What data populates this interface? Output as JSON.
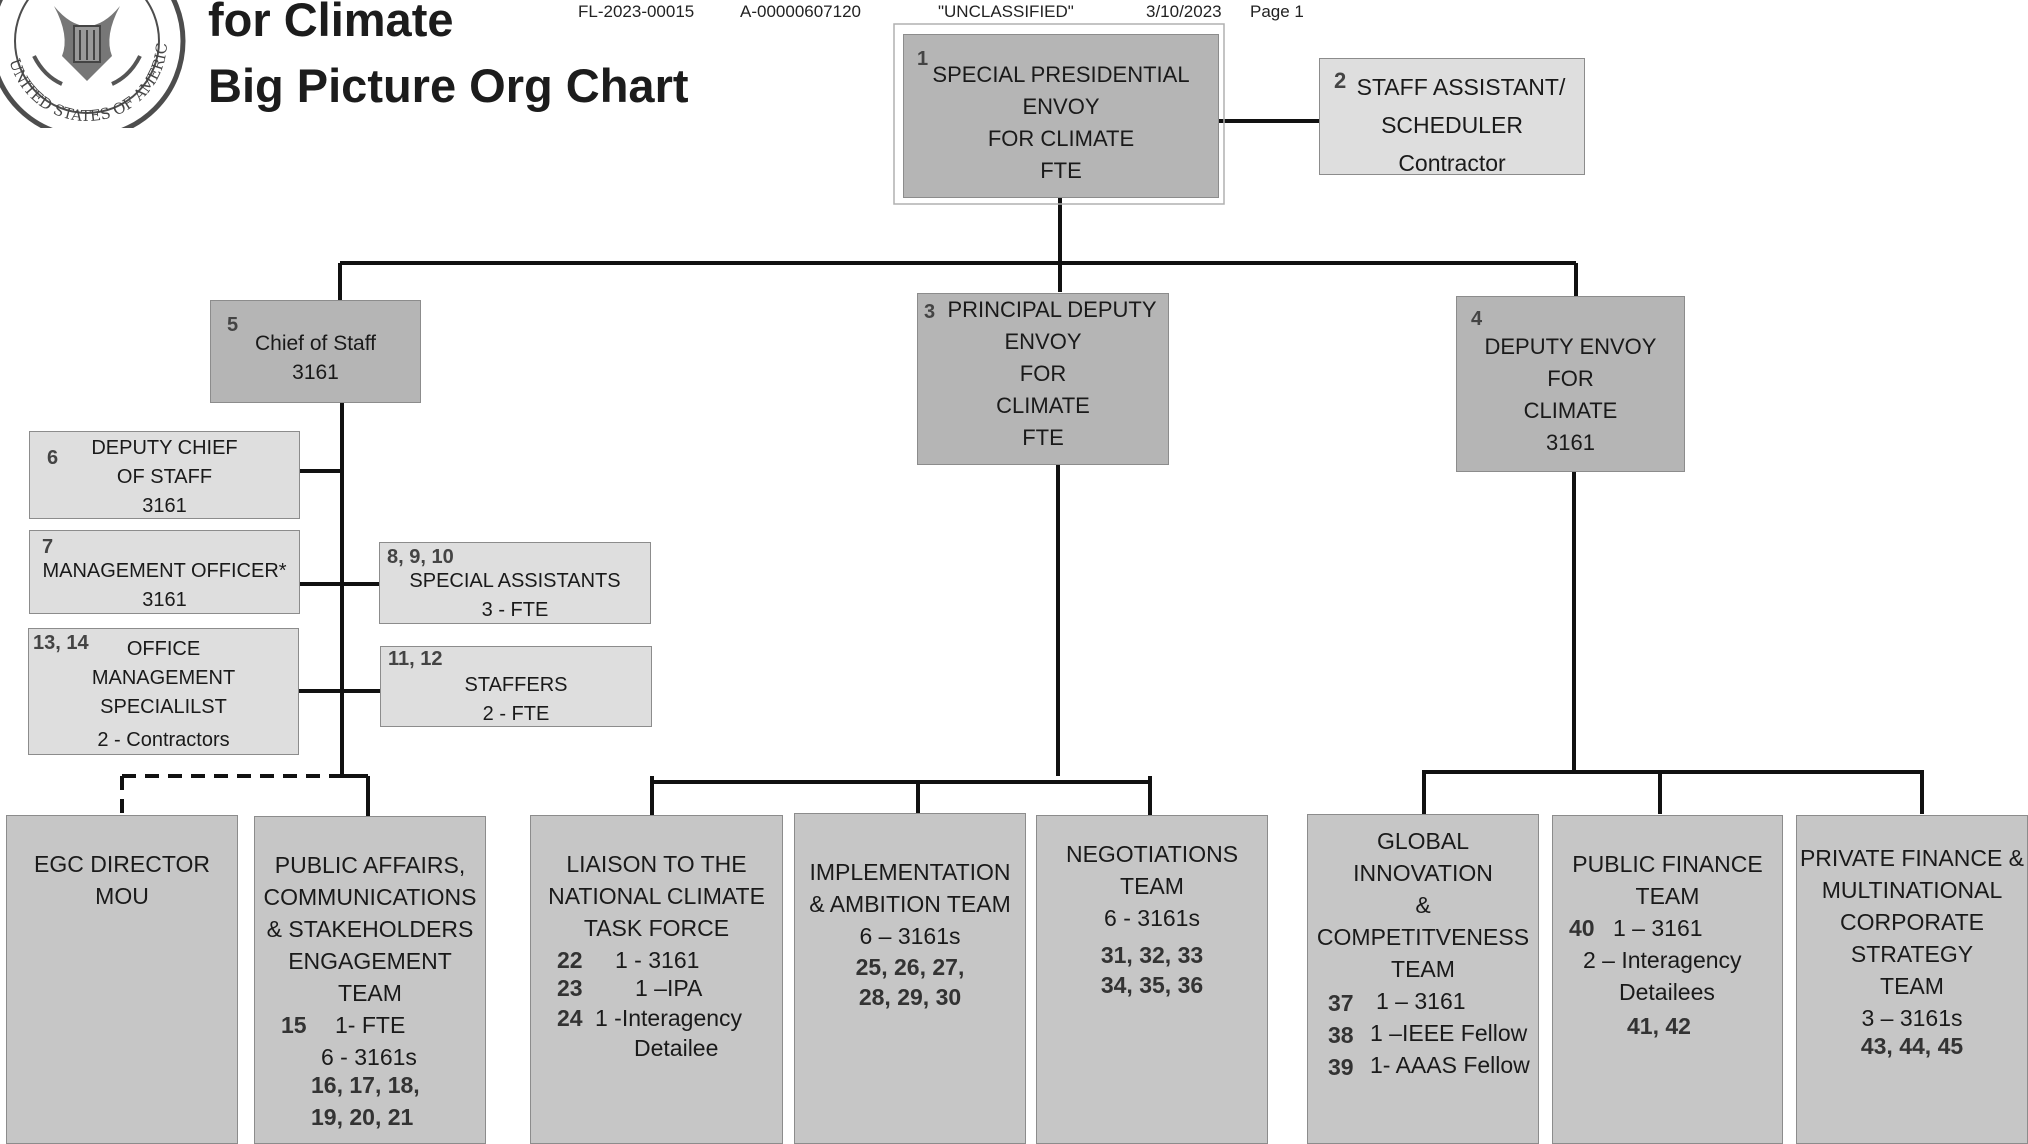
{
  "header": {
    "title_line1": "for Climate",
    "title_line2": "Big Picture Org Chart",
    "case_number": "FL-2023-00015",
    "doc_number": "A-00000607120",
    "classification": "\"UNCLASSIFIED\"",
    "date": "3/10/2023",
    "page": "Page 1",
    "seal_text": "UNITED STATES OF AMERICA"
  },
  "boxes": {
    "b1": {
      "num": "1",
      "lines": [
        "SPECIAL PRESIDENTIAL",
        "ENVOY",
        "FOR CLIMATE",
        "FTE"
      ]
    },
    "b2": {
      "num": "2",
      "lines": [
        "STAFF ASSISTANT/",
        "SCHEDULER",
        "Contractor"
      ]
    },
    "b3": {
      "num": "3",
      "lines": [
        "PRINCIPAL DEPUTY",
        "ENVOY",
        "FOR",
        "CLIMATE",
        "FTE"
      ]
    },
    "b4": {
      "num": "4",
      "lines": [
        "DEPUTY ENVOY",
        "FOR",
        "CLIMATE",
        "3161"
      ]
    },
    "b5": {
      "num": "5",
      "lines": [
        "Chief of Staff",
        "3161"
      ]
    },
    "b6": {
      "num": "6",
      "lines": [
        "DEPUTY CHIEF",
        "OF STAFF",
        "3161"
      ]
    },
    "b7": {
      "num": "7",
      "lines": [
        "MANAGEMENT OFFICER*",
        "3161"
      ]
    },
    "b8": {
      "num": "8, 9, 10",
      "lines": [
        "SPECIAL ASSISTANTS",
        "3 - FTE"
      ]
    },
    "b11": {
      "num": "11, 12",
      "lines": [
        "STAFFERS",
        "2 - FTE"
      ]
    },
    "b13": {
      "num": "13, 14",
      "lines": [
        "OFFICE",
        "MANAGEMENT",
        "SPECIALILST",
        "2 - Contractors"
      ]
    },
    "egc": {
      "lines": [
        "EGC DIRECTOR",
        "MOU"
      ]
    },
    "pa": {
      "lines": [
        "PUBLIC AFFAIRS,",
        "COMMUNICATIONS",
        "& STAKEHOLDERS",
        "ENGAGEMENT",
        "TEAM"
      ],
      "num": "15",
      "row1": "1-  FTE",
      "row2": "6 - 3161s",
      "ids1": "16, 17, 18,",
      "ids2": "19, 20, 21"
    },
    "liaison": {
      "lines": [
        "LIAISON TO THE",
        "NATIONAL CLIMATE",
        "TASK FORCE"
      ],
      "rows": [
        {
          "num": "22",
          "text": "1 - 3161"
        },
        {
          "num": "23",
          "text": "1 –IPA"
        },
        {
          "num": "24",
          "text": "1 -Interagency"
        }
      ],
      "tail": "Detailee"
    },
    "impl": {
      "lines": [
        "IMPLEMENTATION",
        "& AMBITION TEAM",
        "6 – 3161s"
      ],
      "ids1": "25, 26, 27,",
      "ids2": "28, 29, 30"
    },
    "nego": {
      "lines": [
        "NEGOTIATIONS",
        "TEAM",
        "6 - 3161s"
      ],
      "ids1": "31, 32, 33",
      "ids2": "34, 35, 36"
    },
    "gic": {
      "lines": [
        "GLOBAL",
        "INNOVATION",
        "&",
        "COMPETITVENESS",
        "TEAM"
      ],
      "rows": [
        {
          "num": "37",
          "text": "1 – 3161"
        },
        {
          "num": "38",
          "text": "1 –IEEE Fellow"
        },
        {
          "num": "39",
          "text": "1- AAAS Fellow"
        }
      ]
    },
    "pubfin": {
      "lines": [
        "PUBLIC FINANCE",
        "TEAM"
      ],
      "num": "40",
      "row1": "1 – 3161",
      "row2": "2 – Interagency",
      "row3": "Detailees",
      "ids": "41, 42"
    },
    "privfin": {
      "lines": [
        "PRIVATE FINANCE &",
        "MULTINATIONAL",
        "CORPORATE",
        "STRATEGY",
        "TEAM",
        "3 – 3161s"
      ],
      "ids": "43, 44, 45"
    }
  }
}
